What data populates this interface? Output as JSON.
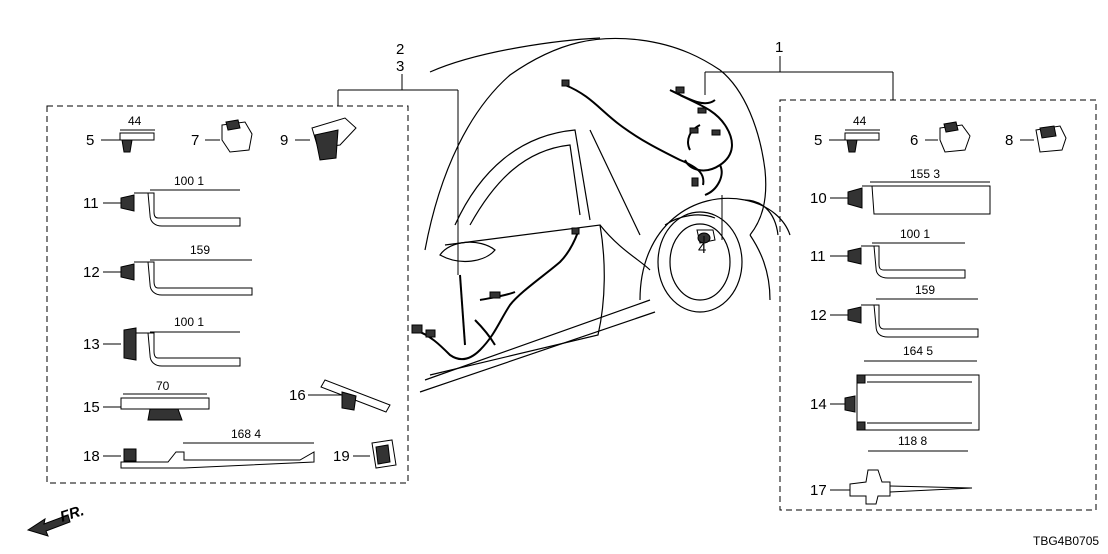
{
  "diagram_code": "TBG4B0705",
  "direction_label": "FR.",
  "callouts": {
    "c1": "1",
    "c2": "2",
    "c3": "3",
    "c4": "4",
    "l5": "5",
    "l7": "7",
    "l9": "9",
    "l11": "11",
    "l12": "12",
    "l13": "13",
    "l15": "15",
    "l16": "16",
    "l18": "18",
    "l19": "19",
    "r5": "5",
    "r6": "6",
    "r8": "8",
    "r10": "10",
    "r11": "11",
    "r12": "12",
    "r14": "14",
    "r17": "17"
  },
  "dimensions": {
    "l5": "44",
    "l11": "100 1",
    "l12": "159",
    "l13": "100 1",
    "l15": "70",
    "l18": "168 4",
    "r5": "44",
    "r10": "155 3",
    "r11": "100 1",
    "r12": "159",
    "r14": "164 5",
    "r17": "118 8"
  }
}
